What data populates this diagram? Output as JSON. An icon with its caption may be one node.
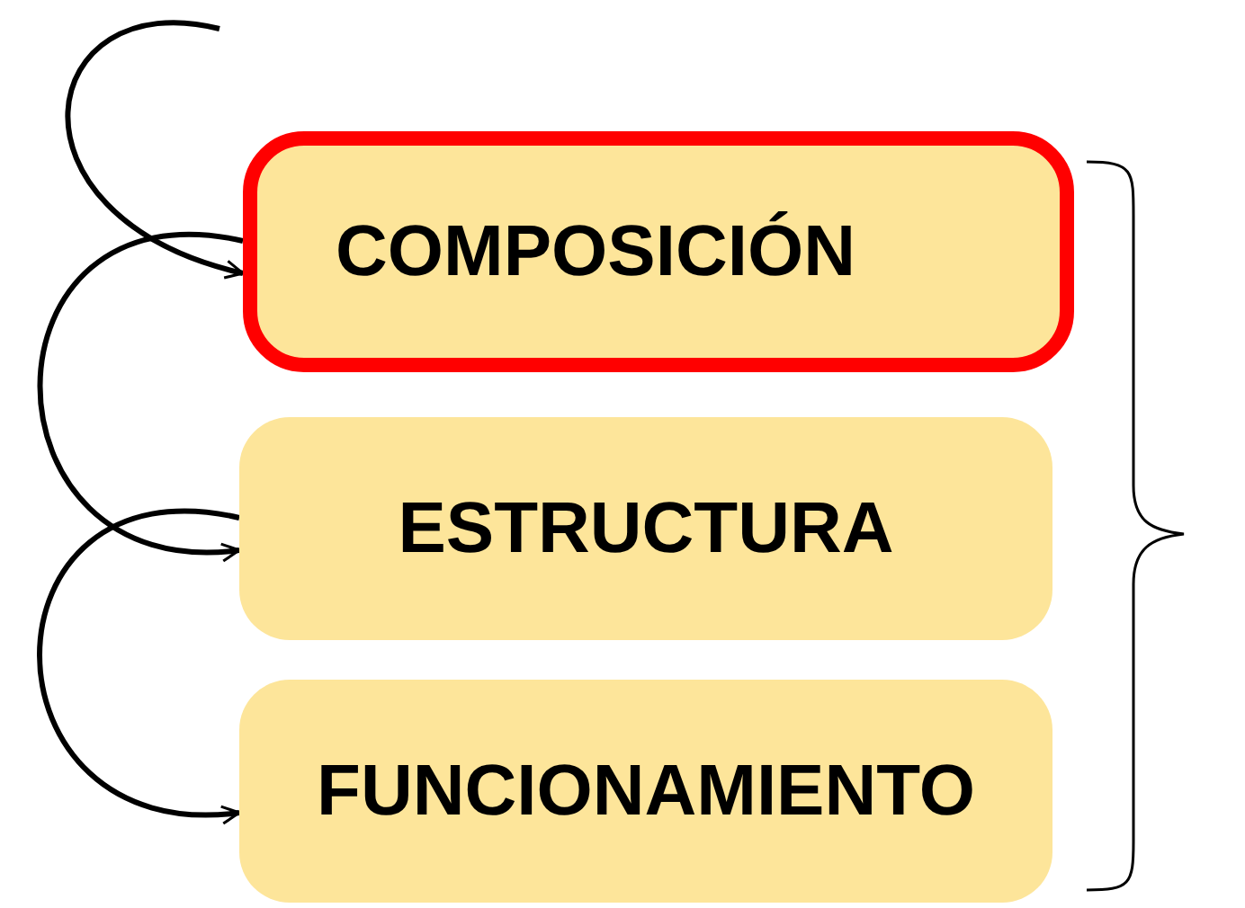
{
  "diagram": {
    "nodes": [
      {
        "text": [
          "COMPOSICIÓN"
        ]
      },
      {
        "text": [
          "ESTRUCTURA"
        ]
      },
      {
        "text": [
          "FUNCIONAMIENTO"
        ]
      }
    ],
    "edges": [
      {
        "from": null,
        "to": 0,
        "arrow": "to"
      },
      {
        "from": 0,
        "to": 1,
        "arrow": "to"
      },
      {
        "from": 1,
        "to": 2,
        "arrow": "to"
      }
    ]
  }
}
